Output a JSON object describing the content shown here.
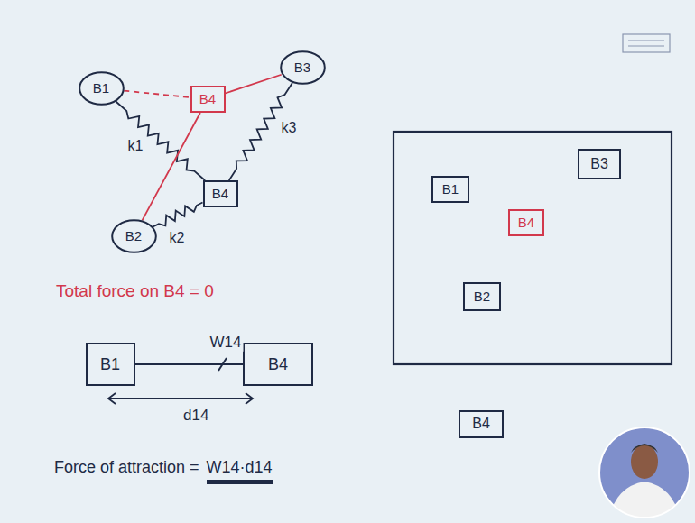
{
  "diagram": {
    "nodes": [
      {
        "text": [
          "B1"
        ]
      },
      {
        "text": [
          "B3"
        ]
      },
      {
        "text": [
          "B4"
        ]
      },
      {
        "text": [
          "B4"
        ]
      },
      {
        "text": [
          "B2"
        ]
      },
      {
        "text": [
          "B1"
        ]
      },
      {
        "text": [
          "B4"
        ]
      },
      {
        "text": [
          "B1"
        ]
      },
      {
        "text": [
          "B4"
        ]
      },
      {
        "text": [
          "B3"
        ]
      },
      {
        "text": [
          "B2"
        ]
      },
      {
        "text": [
          "B4"
        ]
      }
    ],
    "edges": [
      {
        "from": 0,
        "to": 2,
        "arrow": "none"
      },
      {
        "from": 0,
        "to": 3,
        "label": "k1",
        "arrow": "none"
      },
      {
        "from": 1,
        "to": 2,
        "arrow": "none"
      },
      {
        "from": 1,
        "to": 3,
        "label": "k3",
        "arrow": "none"
      },
      {
        "from": 4,
        "to": 2,
        "arrow": "none"
      },
      {
        "from": 4,
        "to": 3,
        "label": "k2",
        "arrow": "none"
      },
      {
        "from": 5,
        "to": 6,
        "label": "W14",
        "arrow": "none"
      }
    ],
    "labels": [
      "Total force on B4 = 0",
      "d14",
      "Force of attraction =",
      "W14·d14"
    ]
  }
}
